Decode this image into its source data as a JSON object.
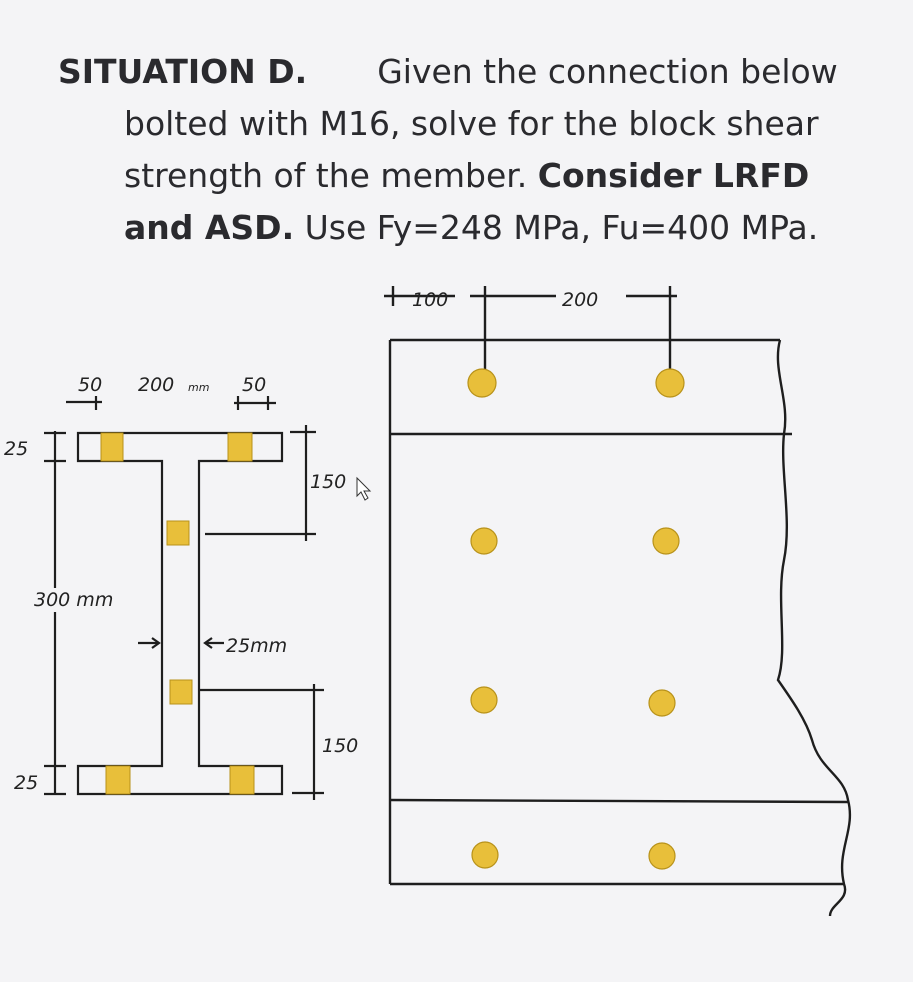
{
  "problem": {
    "heading": "SITUATION D.",
    "line1_rest": "Given the connection below",
    "line2": "bolted with M16, solve for the block shear",
    "line3_a": "strength of the member. ",
    "line3_b": "Consider LRFD",
    "line4_a": "and ASD.",
    "line4_b": " Use Fy=248 MPa, Fu=400 MPa."
  },
  "section_dims": {
    "flange_edge_left": "50",
    "flange_web": "200",
    "flange_web_unit": "mm",
    "flange_edge_right": "50",
    "top_flange_t": "25",
    "depth": "300 mm",
    "web_t": "25mm",
    "bottom_flange_t": "25",
    "upper_gauge": "150",
    "lower_gauge": "150"
  },
  "plan_dims": {
    "edge": "100",
    "pitch": "200"
  },
  "colors": {
    "bolt_fill": "#e8bf3a",
    "bolt_stroke": "#b8921a",
    "line": "#1e1e1e"
  },
  "icons": [
    "cursor-arrow-icon"
  ]
}
